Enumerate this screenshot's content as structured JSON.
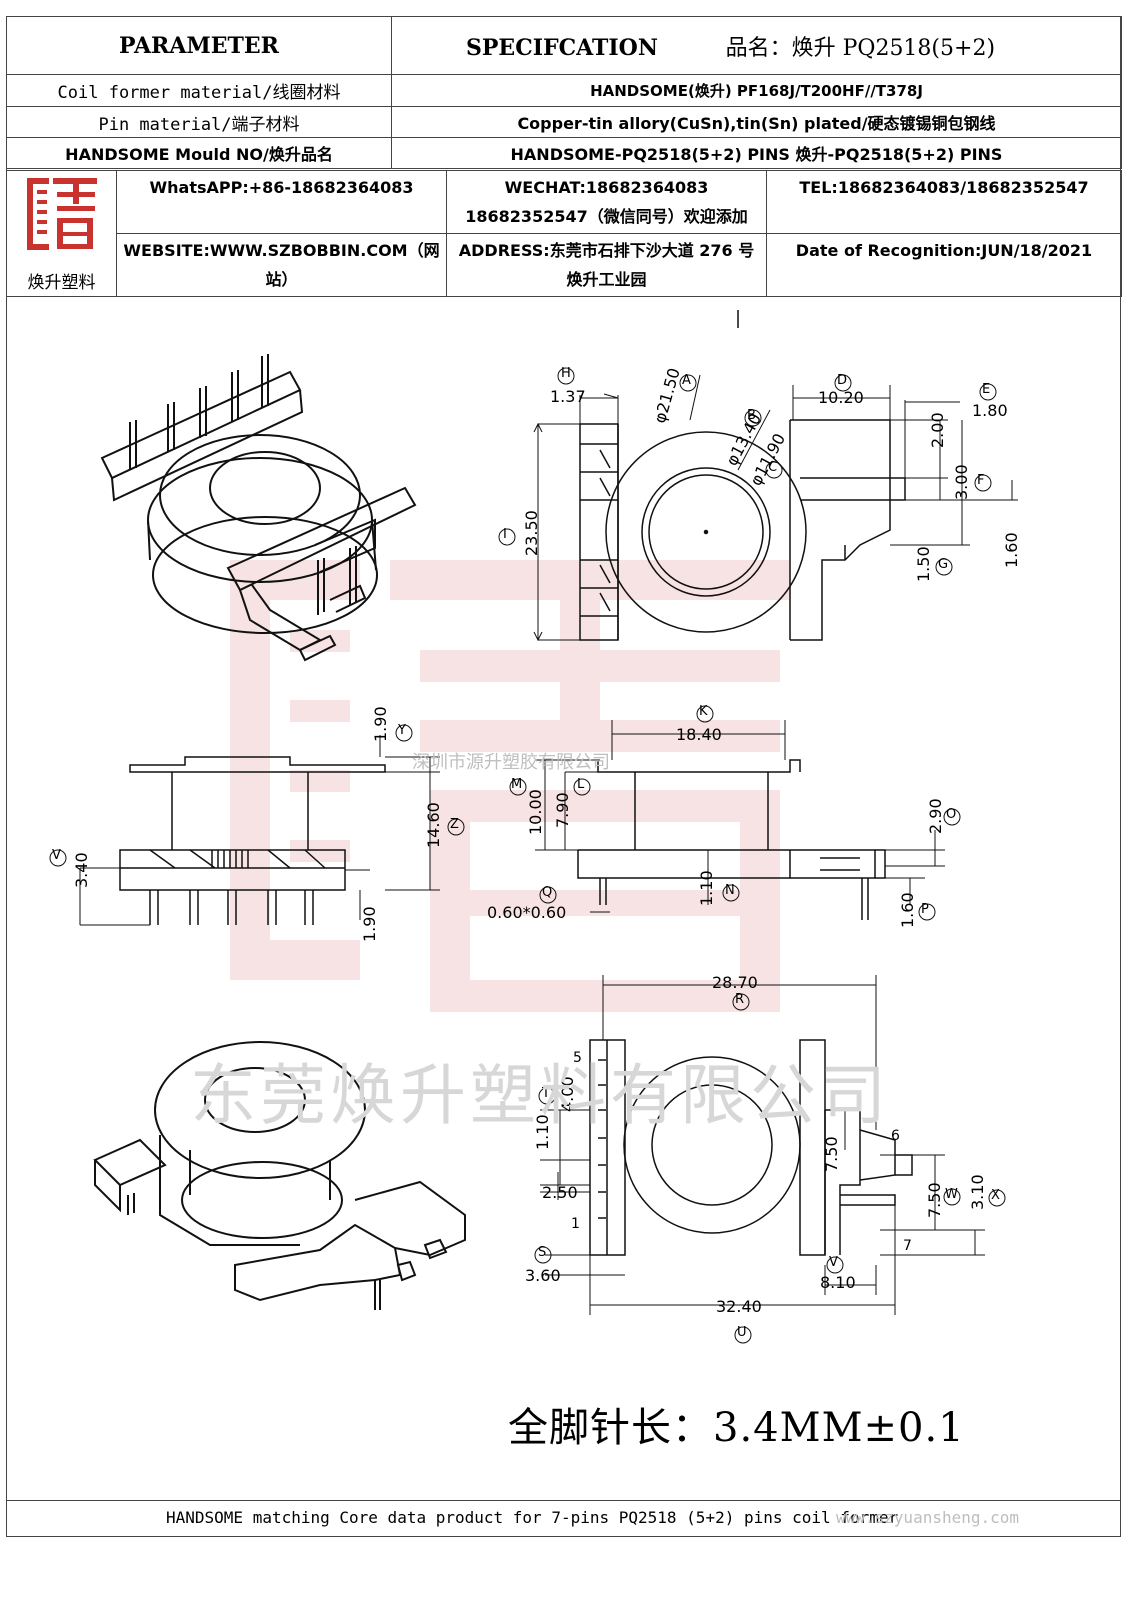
{
  "header": {
    "parameter": "PARAMETER",
    "specification": "SPECIFCATION",
    "product_name": "品名：焕升 PQ2518(5+2)"
  },
  "rows": [
    {
      "label": "Coil former material/线圈材料",
      "value": "HANDSOME(焕升)   PF168J/T200HF//T378J"
    },
    {
      "label": "Pin material/端子材料",
      "value": "Copper-tin allory(CuSn),tin(Sn) plated/硬态镀锡铜包钢线"
    },
    {
      "label": "HANDSOME Mould NO/焕升品名",
      "value": "HANDSOME-PQ2518(5+2) PINS   焕升-PQ2518(5+2) PINS"
    }
  ],
  "contact": {
    "logo_caption": "焕升塑料",
    "whatsapp": "WhatsAPP:+86-18682364083",
    "wechat": "WECHAT:18682364083 18682352547（微信同号）欢迎添加",
    "tel": "TEL:18682364083/18682352547",
    "website": "WEBSITE:WWW.SZBOBBIN.COM（网站）",
    "address": "ADDRESS:东莞市石排下沙大道 276 号焕升工业园",
    "date": "Date of Recognition:JUN/18/2021"
  },
  "watermarks": {
    "company_small": "深圳市源升塑胶有限公司",
    "company_large": "东莞焕升塑料有限公司",
    "url": "www.szyuansheng.com"
  },
  "dimensions": {
    "A": "φ21.50",
    "B": "φ13.40",
    "C": "φ11.90",
    "D": "10.20",
    "E": "1.80",
    "F": "3.00",
    "G": "1.50",
    "H": "1.37",
    "I": "23.50",
    "E2": "2.00",
    "G2": "1.60",
    "Y": "1.90",
    "Z": "14.60",
    "V": "3.40",
    "V2": "1.90",
    "K": "18.40",
    "M": "10.00",
    "L": "7.90",
    "O": "2.90",
    "N": "1.10",
    "P": "1.60",
    "Q": "0.60*0.60",
    "R": "28.70",
    "T": "4.00",
    "T2": "1.10",
    "T3": "2.50",
    "S": "3.60",
    "W": "7.50",
    "W2": "7.50",
    "X": "3.10",
    "V3": "8.10",
    "U": "32.40"
  },
  "pin_numbers": [
    "5",
    "1",
    "6",
    "7"
  ],
  "pin_length_note": "全脚针长：3.4MM±0.1",
  "footer": "HANDSOME matching Core data  product for 7-pins PQ2518 (5+2) pins coil former"
}
